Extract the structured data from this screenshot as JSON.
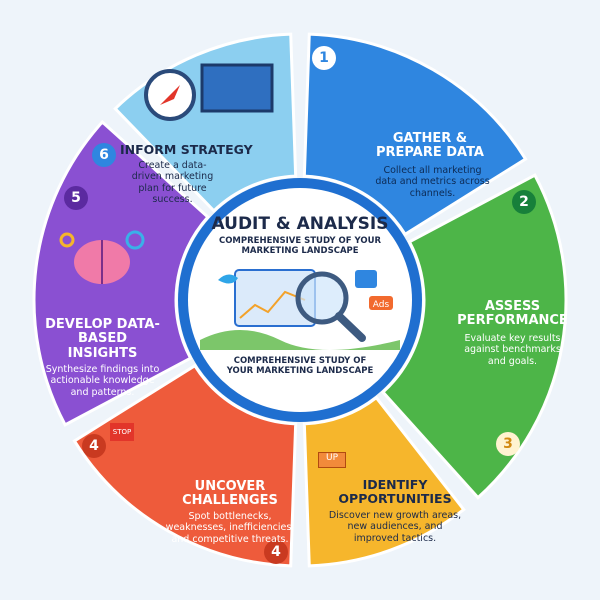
{
  "center": {
    "title": "AUDIT & ANALYSIS",
    "subtitle_top": "COMPREHENSIVE STUDY OF YOUR MARKETING LANDSCAPE",
    "subtitle_bottom": "COMPREHENSIVE STUDY OF YOUR MARKETING LANDSCAPE",
    "ads_badge": "Ads"
  },
  "steps": [
    {
      "number": "1",
      "title": "GATHER & PREPARE DATA",
      "description": "Collect all marketing data and metrics across channels.",
      "color": "#2f86e0"
    },
    {
      "number": "2",
      "title": "ASSESS PERFORMANCE",
      "description": "Evaluate key results against benchmarks and goals.",
      "color": "#4db548"
    },
    {
      "number": "3",
      "title": "IDENTIFY OPPORTUNITIES",
      "description": "Discover new growth areas, new audiences, and improved tactics.",
      "color": "#f6b62c",
      "sign": "UP"
    },
    {
      "number": "4",
      "title": "UNCOVER CHALLENGES",
      "description": "Spot bottlenecks, weaknesses, inefficiencies, and competitive threats.",
      "color": "#ee5b3b",
      "sign": "STOP"
    },
    {
      "number": "5",
      "title": "DEVELOP DATA-BASED INSIGHTS",
      "description": "Synthesize findings into actionable knowledge and patterns.",
      "color": "#8a50d2"
    },
    {
      "number": "6",
      "title": "INFORM STRATEGY",
      "description": "Create a data-driven marketing plan for future success.",
      "color": "#8ccff0"
    }
  ]
}
